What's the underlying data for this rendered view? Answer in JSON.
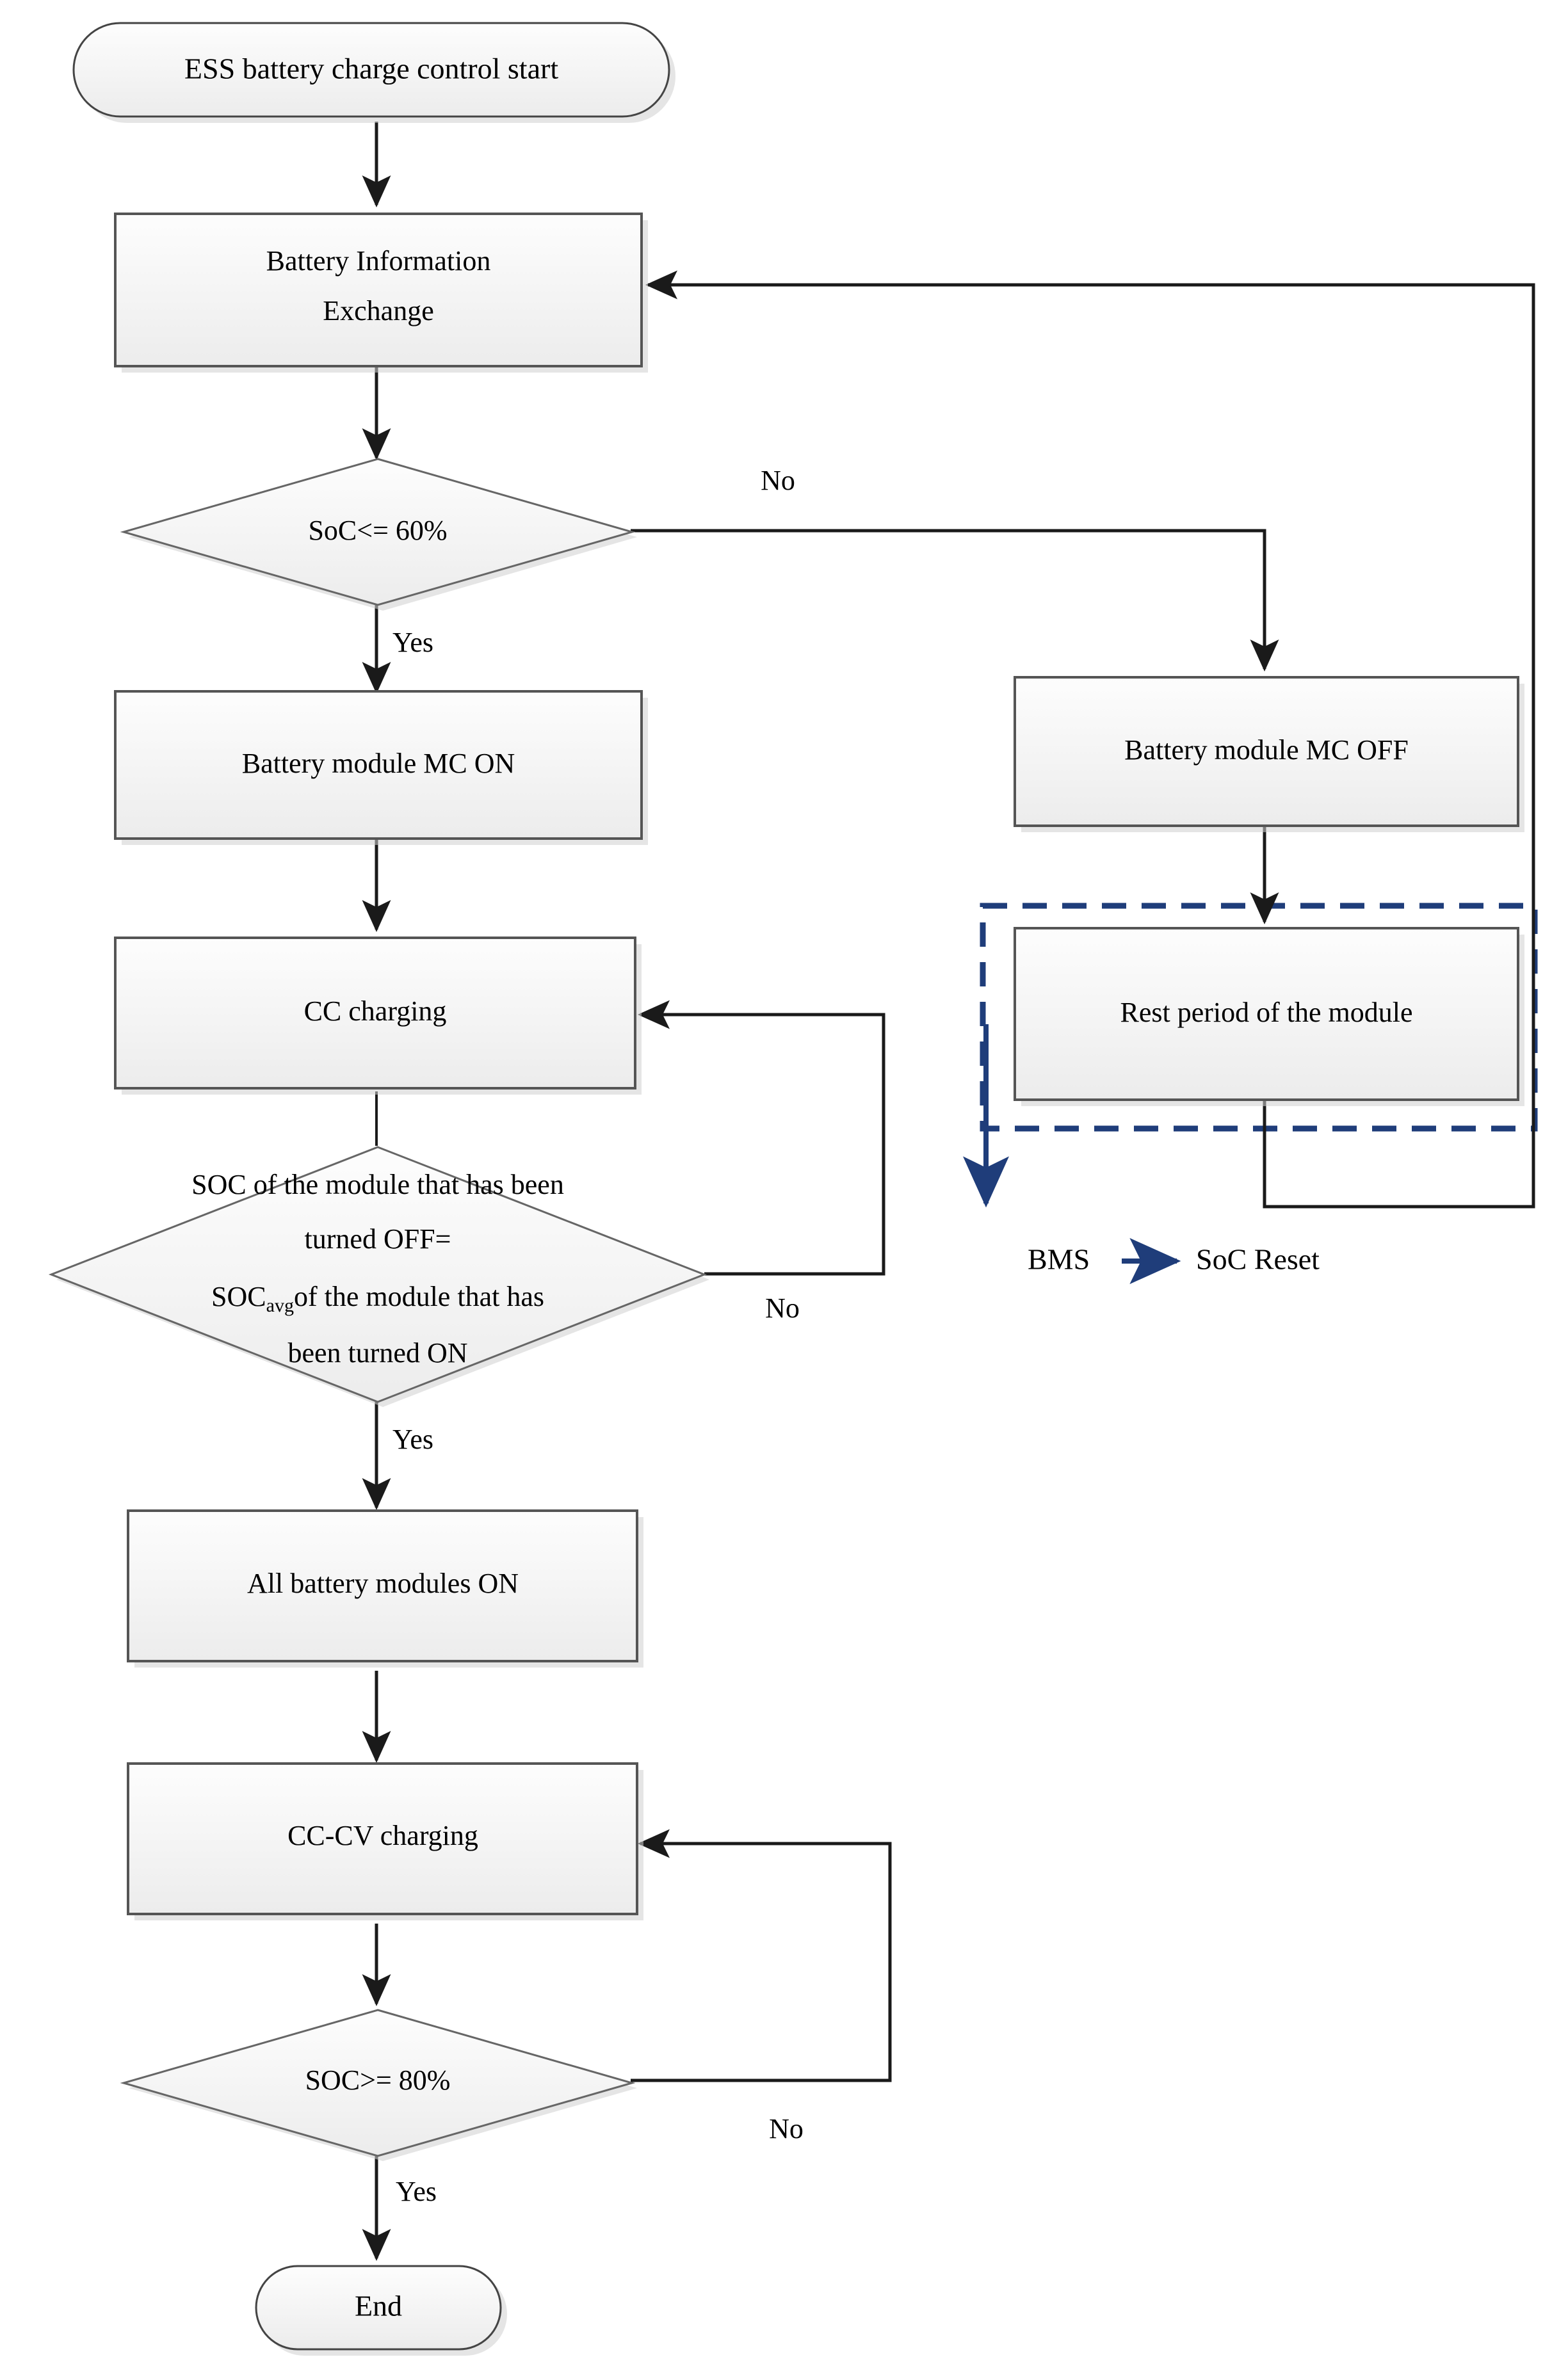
{
  "diagram": {
    "title": "ESS battery charge control flowchart",
    "colors": {
      "node_fill": "#f2f2f2",
      "node_stroke": "#555555",
      "edge": "#1a1a1a",
      "accent_blue": "#1f3d7a",
      "background": "#ffffff"
    }
  },
  "nodes": {
    "start": {
      "label": "ESS battery charge control start",
      "shape": "terminator"
    },
    "info_exchange": {
      "label_line1": "Battery Information",
      "label_line2": "Exchange",
      "shape": "process"
    },
    "soc_check": {
      "label": "SoC<= 60%",
      "shape": "decision"
    },
    "mc_on": {
      "label": "Battery module MC ON",
      "shape": "process"
    },
    "mc_off": {
      "label": "Battery module MC OFF",
      "shape": "process"
    },
    "cc_charging": {
      "label": "CC charging",
      "shape": "process"
    },
    "rest_period": {
      "label": "Rest period of the module",
      "shape": "process"
    },
    "soc_compare": {
      "shape": "decision",
      "label_line1": "SOC of the module that has been",
      "label_line2": "turned OFF=",
      "label_line3_prefix": "SOC",
      "label_line3_subscript": "avg",
      "label_line3_suffix": "of the module that has",
      "label_line4": "been turned ON"
    },
    "all_modules_on": {
      "label": "All battery modules ON",
      "shape": "process"
    },
    "cccv_charging": {
      "label": "CC-CV charging",
      "shape": "process"
    },
    "soc_final": {
      "label": "SOC>= 80%",
      "shape": "decision"
    },
    "end": {
      "label": "End",
      "shape": "terminator"
    }
  },
  "edge_labels": {
    "soc_check_no": "No",
    "soc_check_yes": "Yes",
    "soc_compare_no": "No",
    "soc_compare_yes": "Yes",
    "soc_final_no": "No",
    "soc_final_yes": "Yes"
  },
  "legend": {
    "source": "BMS",
    "arrow": "arrow-right-icon",
    "target": "SoC Reset"
  }
}
